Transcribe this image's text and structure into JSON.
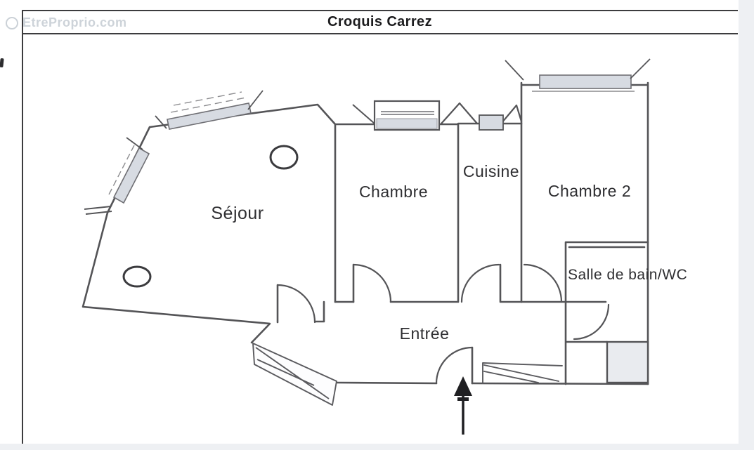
{
  "page": {
    "title": "Croquis Carrez",
    "watermark": "EtreProprio.com"
  },
  "rooms": {
    "sejour": "Séjour",
    "chambre": "Chambre",
    "cuisine": "Cuisine",
    "chambre2": "Chambre 2",
    "salle_de_bain": "Salle de bain/WC",
    "entree": "Entrée"
  },
  "symbols": {
    "entrance_arrow_direction": "up",
    "window_count": 5,
    "door_arc_count": 6,
    "column_circle_count": 2
  },
  "colors": {
    "ink": "#545457",
    "window_fill": "#d7dbe2",
    "shower_fill": "#e9ebef",
    "watermark": "#cbd1d7",
    "surround": "#eef0f3",
    "paper": "#ffffff"
  }
}
